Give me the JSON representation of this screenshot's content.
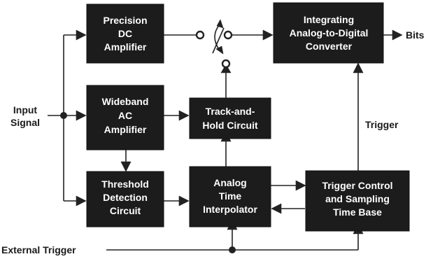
{
  "blocks": {
    "precision_dc": [
      "Precision",
      "DC",
      "Amplifier"
    ],
    "adc": [
      "Integrating",
      "Analog-to-Digital",
      "Converter"
    ],
    "wideband_ac": [
      "Wideband",
      "AC",
      "Amplifier"
    ],
    "track_hold": [
      "Track-and-",
      "Hold Circuit"
    ],
    "threshold": [
      "Threshold",
      "Detection",
      "Circuit"
    ],
    "interpolator": [
      "Analog",
      "Time",
      "Interpolator"
    ],
    "trigger_control": [
      "Trigger Control",
      "and Sampling",
      "Time Base"
    ]
  },
  "labels": {
    "input_signal": [
      "Input",
      "Signal"
    ],
    "bits": "Bits",
    "trigger": "Trigger",
    "external_trigger": "External Trigger"
  }
}
